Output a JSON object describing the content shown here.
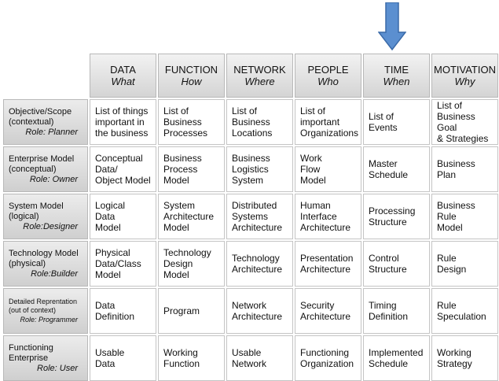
{
  "columns": [
    {
      "title": "DATA",
      "sub": "What"
    },
    {
      "title": "FUNCTION",
      "sub": "How"
    },
    {
      "title": "NETWORK",
      "sub": "Where"
    },
    {
      "title": "PEOPLE",
      "sub": "Who"
    },
    {
      "title": "TIME",
      "sub": "When"
    },
    {
      "title": "MOTIVATION",
      "sub": "Why"
    }
  ],
  "rows": [
    {
      "title": "Objective/Scope\n(contextual)",
      "role": "Role: Planner",
      "cells": [
        "List of things\nimportant in\nthe business",
        "List of\nBusiness\nProcesses",
        "List of\nBusiness\nLocations",
        "List of\nimportant\nOrganizations",
        "List of\nEvents",
        "List of\nBusiness Goal\n& Strategies"
      ]
    },
    {
      "title": "Enterprise Model\n(conceptual)",
      "role": "Role: Owner",
      "cells": [
        "Conceptual\nData/\nObject Model",
        "Business\nProcess\nModel",
        "Business\nLogistics\nSystem",
        "Work\nFlow\nModel",
        "Master\nSchedule",
        "Business\nPlan"
      ]
    },
    {
      "title": "System Model\n(logical)",
      "role": "Role:Designer",
      "cells": [
        "Logical\nData\nModel",
        "System\nArchitecture\nModel",
        "Distributed\nSystems\nArchitecture",
        "Human\nInterface\nArchitecture",
        "Processing\nStructure",
        "Business\nRule\nModel"
      ]
    },
    {
      "title": "Technology Model\n(physical)",
      "role": "Role:Builder",
      "cells": [
        "Physical\nData/Class\nModel",
        "Technology\nDesign\nModel",
        "Technology\nArchitecture",
        "Presentation\nArchitecture",
        "Control\nStructure",
        "Rule\nDesign"
      ]
    },
    {
      "title": "Detailed Reprentation\n(out of context)",
      "role": "Role: Programmer",
      "cells": [
        "Data\nDefinition",
        "Program",
        "Network\nArchitecture",
        "Security\nArchitecture",
        "Timing\nDefinition",
        "Rule\nSpeculation"
      ]
    },
    {
      "title": "Functioning\nEnterprise",
      "role": "Role: User",
      "cells": [
        "Usable\nData",
        "Working\nFunction",
        "Usable\nNetwork",
        "Functioning\nOrganization",
        "Implemented\nSchedule",
        "Working\nStrategy"
      ]
    }
  ],
  "colors": {
    "arrow_fill": "#5b8fd0",
    "arrow_stroke": "#3a6aa8"
  }
}
